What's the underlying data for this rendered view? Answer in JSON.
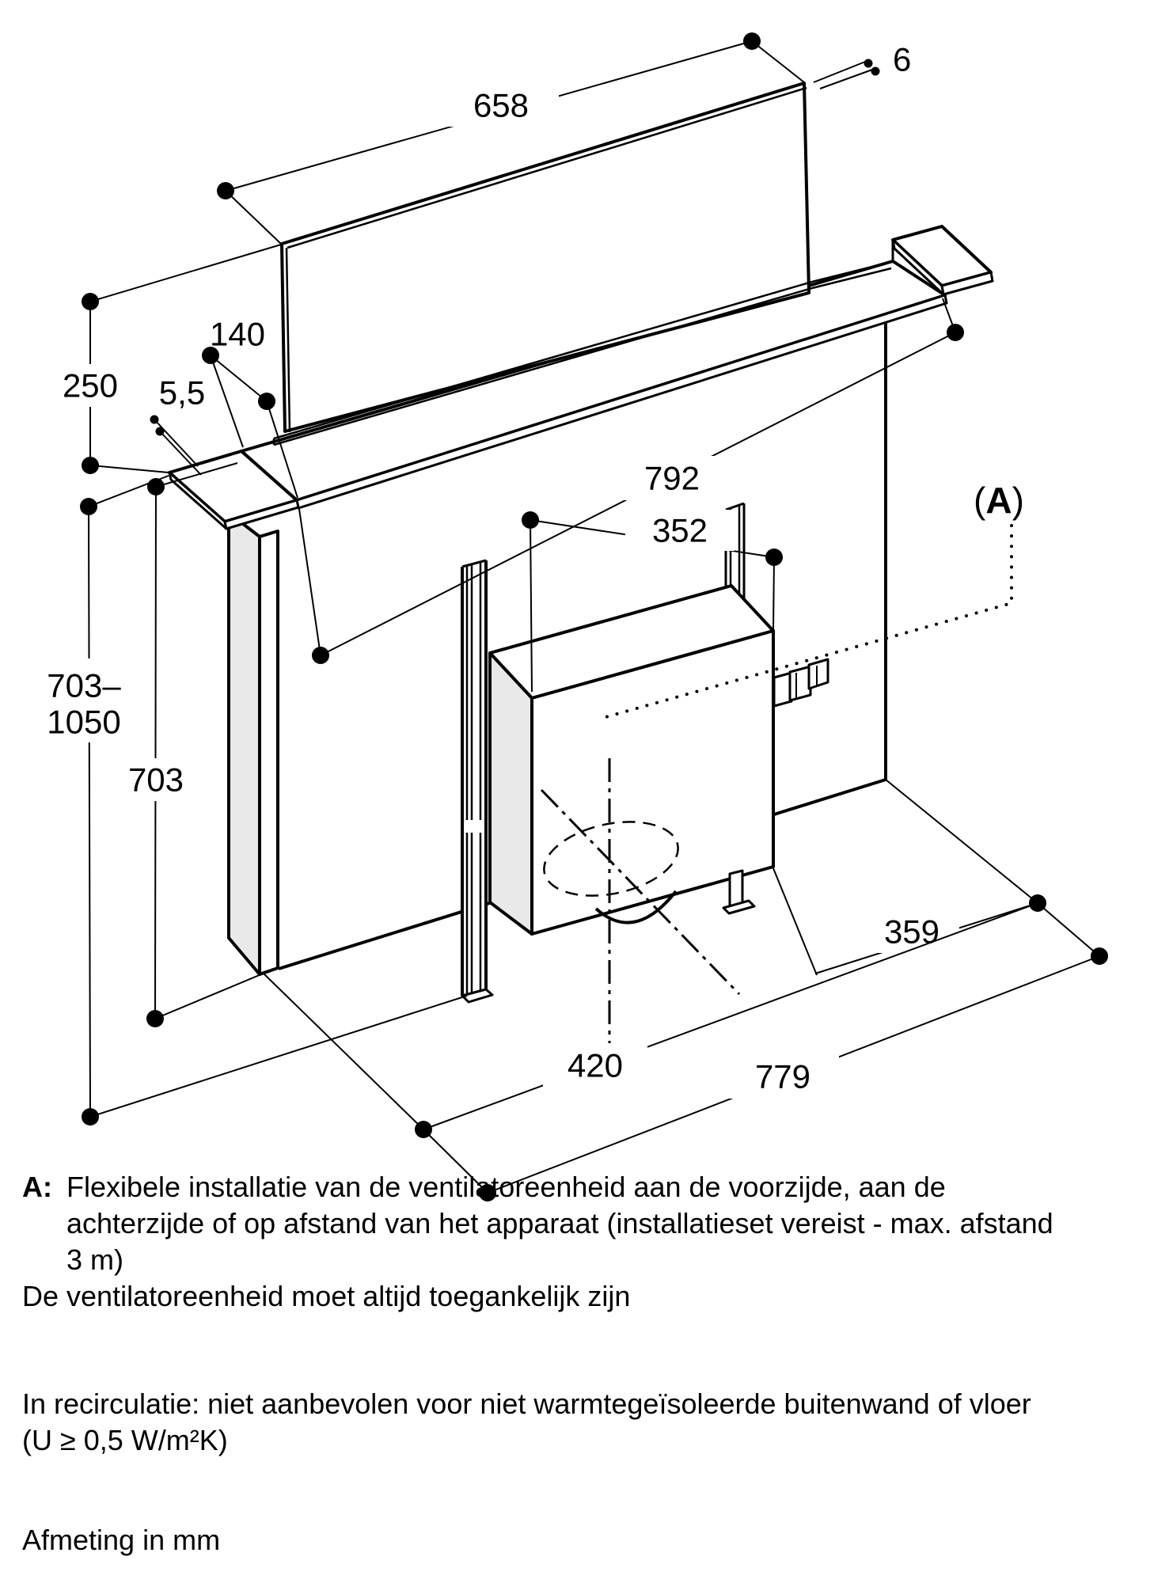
{
  "diagram": {
    "dims": {
      "width_top": "658",
      "panel_thickness": "6",
      "depth": "140",
      "screen_height": "250",
      "trim_thickness": "5,5",
      "trim_width": "792",
      "fan_width": "352",
      "a_open": "(",
      "a_letter": "A",
      "a_close": ")",
      "height_range_line1": "703–",
      "height_range_line2": "1050",
      "wall_height": "703",
      "floor_depth": "359",
      "floor_front": "420",
      "floor_width": "779"
    },
    "notes": {
      "a_prefix": "A:",
      "line1": "Flexibele installatie van de ventilatoreenheid aan de voorzijde, aan de",
      "line2": "achterzijde of op afstand van het apparaat (installatieset vereist - max. afstand",
      "line3": "3 m)",
      "line4": "De ventilatoreenheid moet altijd toegankelijk zijn",
      "line5": "In recirculatie: niet aanbevolen voor niet warmtegeïsoleerde buitenwand of vloer",
      "line6": "(U ≥ 0,5 W/m²K)",
      "line7": "Afmeting in mm"
    }
  }
}
